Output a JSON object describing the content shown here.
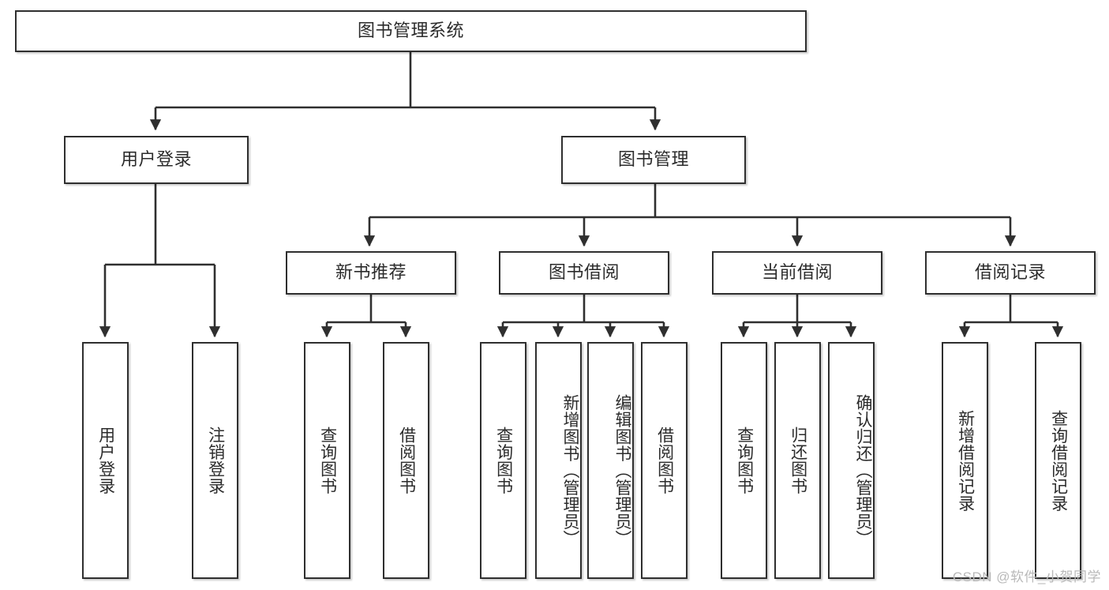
{
  "diagram": {
    "type": "tree",
    "title": "图书管理系统",
    "orientation": "top-down",
    "root": {
      "id": "root",
      "label": "图书管理系统"
    },
    "level2": [
      {
        "id": "user-login",
        "label": "用户登录"
      },
      {
        "id": "book-manage",
        "label": "图书管理"
      }
    ],
    "level3": [
      {
        "id": "new-book-recommend",
        "label": "新书推荐",
        "parent": "book-manage"
      },
      {
        "id": "book-borrow",
        "label": "图书借阅",
        "parent": "book-manage"
      },
      {
        "id": "current-borrow",
        "label": "当前借阅",
        "parent": "book-manage"
      },
      {
        "id": "borrow-record",
        "label": "借阅记录",
        "parent": "book-manage"
      }
    ],
    "leaves": [
      {
        "id": "leaf-user-login",
        "label": "用户登录",
        "parent": "user-login"
      },
      {
        "id": "leaf-user-logout",
        "label": "注销登录",
        "parent": "user-login"
      },
      {
        "id": "leaf-query-book-1",
        "label": "查询图书",
        "parent": "new-book-recommend"
      },
      {
        "id": "leaf-borrow-book-1",
        "label": "借阅图书",
        "parent": "new-book-recommend"
      },
      {
        "id": "leaf-query-book-2",
        "label": "查询图书",
        "parent": "book-borrow"
      },
      {
        "id": "leaf-add-book",
        "label": "新增图书（管理员）",
        "parent": "book-borrow"
      },
      {
        "id": "leaf-edit-book",
        "label": "编辑图书（管理员）",
        "parent": "book-borrow"
      },
      {
        "id": "leaf-borrow-book-2",
        "label": "借阅图书",
        "parent": "book-borrow"
      },
      {
        "id": "leaf-query-book-3",
        "label": "查询图书",
        "parent": "current-borrow"
      },
      {
        "id": "leaf-return-book",
        "label": "归还图书",
        "parent": "current-borrow"
      },
      {
        "id": "leaf-confirm-return",
        "label": "确认归还（管理员）",
        "parent": "current-borrow"
      },
      {
        "id": "leaf-add-record",
        "label": "新增借阅记录",
        "parent": "borrow-record"
      },
      {
        "id": "leaf-query-record",
        "label": "查询借阅记录",
        "parent": "borrow-record"
      }
    ],
    "watermark": "CSDN @软件_小贺同学",
    "colors": {
      "border": "#2f2f2f",
      "text": "#2b2b2b",
      "background": "#ffffff",
      "watermark": "#b9b9b9"
    }
  }
}
